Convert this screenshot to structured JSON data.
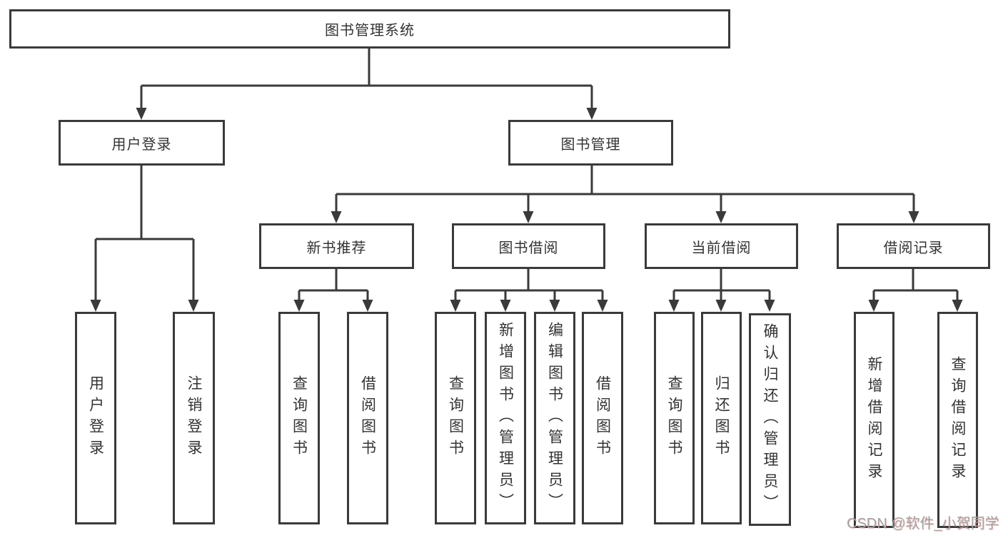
{
  "tree": {
    "root": "图书管理系统",
    "level2": {
      "user_login": "用户登录",
      "book_mgmt": "图书管理"
    },
    "level3": {
      "new_books": "新书推荐",
      "borrowing": "图书借阅",
      "current": "当前借阅",
      "records": "借阅记录"
    },
    "leaves": {
      "user_login": [
        "用户登录",
        "注销登录"
      ],
      "new_books": [
        "查询图书",
        "借阅图书"
      ],
      "borrowing": [
        "查询图书",
        "新增图书（管理员）",
        "编辑图书（管理员）",
        "借阅图书"
      ],
      "current": [
        "查询图书",
        "归还图书",
        "确认归还（管理员）"
      ],
      "records": [
        "新增借阅记录",
        "查询借阅记录"
      ]
    }
  },
  "watermark": "CSDN @软件_小贺同学",
  "colors": {
    "line": "#3a3a3a",
    "text": "#333333",
    "watermark": "#a3a3a3",
    "background": "#ffffff"
  }
}
